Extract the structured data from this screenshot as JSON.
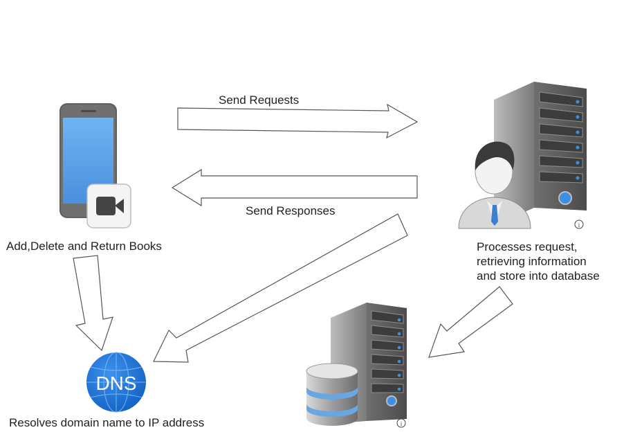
{
  "labels": {
    "send_requests": "Send Requests",
    "send_responses": "Send Responses",
    "client_caption": "Add,Delete and Return Books",
    "server_caption_1": "Processes request,",
    "server_caption_2": "retrieving information",
    "server_caption_3": "and store into database",
    "dns_caption": "Resolves domain name to IP address",
    "dns_badge": "DNS",
    "info_glyph": "i"
  },
  "icons": {
    "phone": "smartphone-icon",
    "video": "video-camera-icon",
    "server": "server-tower-icon",
    "user": "businessman-icon",
    "database": "database-icon",
    "dns": "dns-globe-icon",
    "info": "info-icon"
  },
  "colors": {
    "phone_screen": "#5da3ea",
    "dns_blue": "#1a73d9",
    "server_gray": "#8a8a8a",
    "arrow_stroke": "#555555",
    "db_band": "#6aa7e0"
  }
}
